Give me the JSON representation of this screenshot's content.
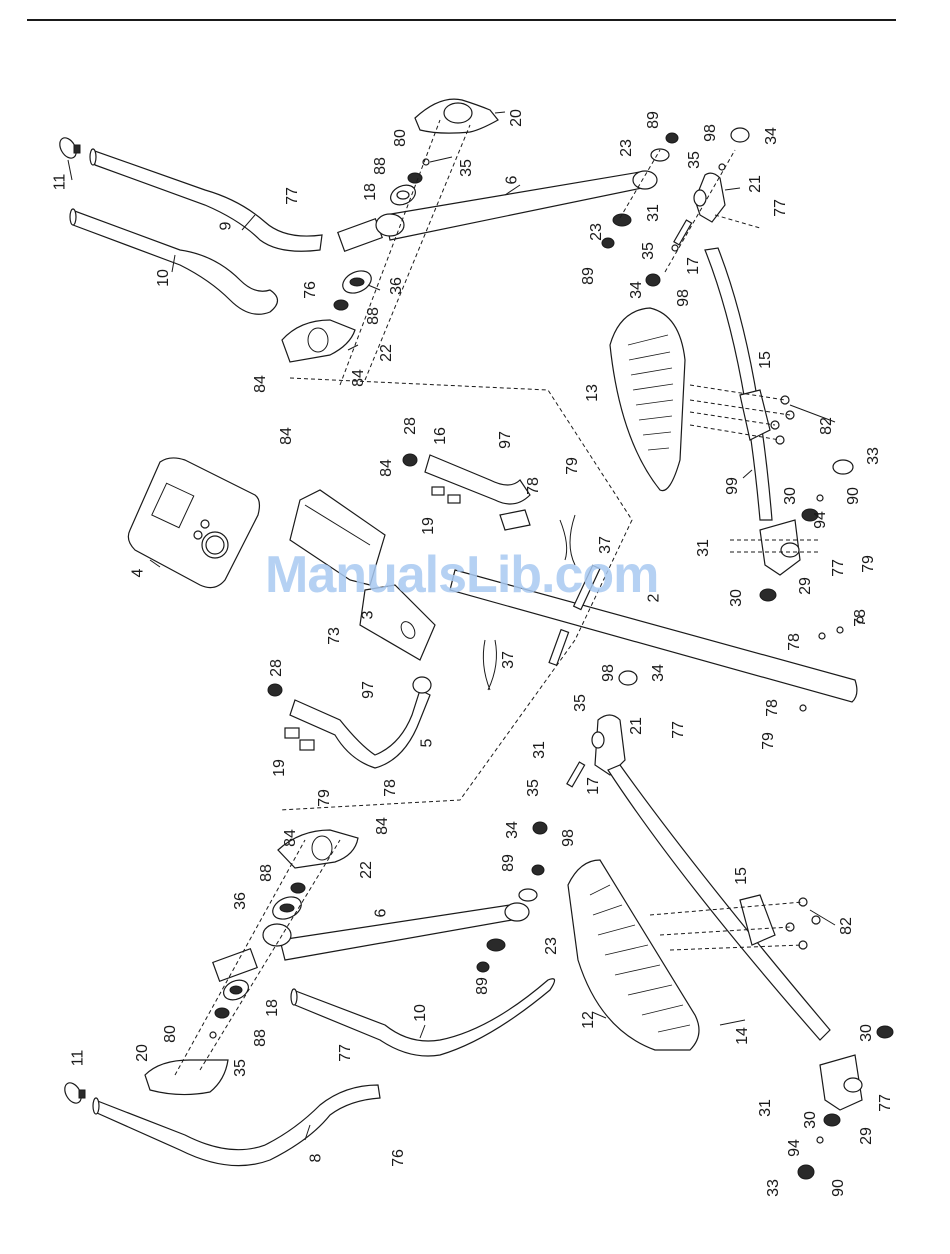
{
  "document": {
    "type": "exploded-parts-diagram",
    "subject": "elliptical trainer arm and pedal assembly"
  },
  "watermark": {
    "text": "ManualsLib.com",
    "color": "#a9c9f1"
  },
  "callouts": {
    "c11a": "11",
    "c9": "9",
    "c10a": "10",
    "c77a": "77",
    "c76a": "76",
    "c18a": "18",
    "c88a": "88",
    "c80a": "80",
    "c20a": "20",
    "c35a": "35",
    "c6a": "6",
    "c36a": "36",
    "c88b": "88",
    "c22a": "22",
    "c84a": "84",
    "c84b": "84",
    "c89a": "89",
    "c23a": "23",
    "c98a": "98",
    "c34a": "34",
    "c35b": "35",
    "c21a": "21",
    "c31a": "31",
    "c77b": "77",
    "c23b": "23",
    "c89b": "89",
    "c35c": "35",
    "c17a": "17",
    "c34b": "34",
    "c98b": "98",
    "c13": "13",
    "c15a": "15",
    "c82a": "82",
    "c28a": "28",
    "c16": "16",
    "c97a": "97",
    "c84c": "84",
    "c84d": "84",
    "c79a": "79",
    "c78a": "78",
    "c19a": "19",
    "c37a": "37",
    "c4": "4",
    "c3": "3",
    "c2": "2",
    "c73": "73",
    "c37b": "37",
    "c99": "99",
    "c33a": "33",
    "c90a": "90",
    "c30a": "30",
    "c94a": "94",
    "c31b": "31",
    "c77c": "77",
    "c29a": "29",
    "c30b": "30",
    "c79b": "79",
    "c78b": "78",
    "c78c": "78",
    "c78d": "78",
    "c79c": "79",
    "c28b": "28",
    "c97b": "97",
    "c19b": "19",
    "c5": "5",
    "c79d": "79",
    "c78e": "78",
    "c98c": "98",
    "c34c": "34",
    "c35d": "35",
    "c21b": "21",
    "c31c": "31",
    "c77d": "77",
    "c17b": "17",
    "c35e": "35",
    "c34d": "34",
    "c98d": "98",
    "c84e": "84",
    "c84f": "84",
    "c22b": "22",
    "c88c": "88",
    "c36b": "36",
    "c6b": "6",
    "c89c": "89",
    "c23c": "23",
    "c89d": "89",
    "c15b": "15",
    "c82b": "82",
    "c18b": "18",
    "c10b": "10",
    "c12": "12",
    "c14": "14",
    "c11b": "11",
    "c20b": "20",
    "c80b": "80",
    "c88d": "88",
    "c35f": "35",
    "c77e": "77",
    "c30c": "30",
    "c31d": "31",
    "c29b": "29",
    "c77f": "77",
    "c30d": "30",
    "c94b": "94",
    "c8": "8",
    "c76b": "76",
    "c33b": "33",
    "c90b": "90"
  }
}
